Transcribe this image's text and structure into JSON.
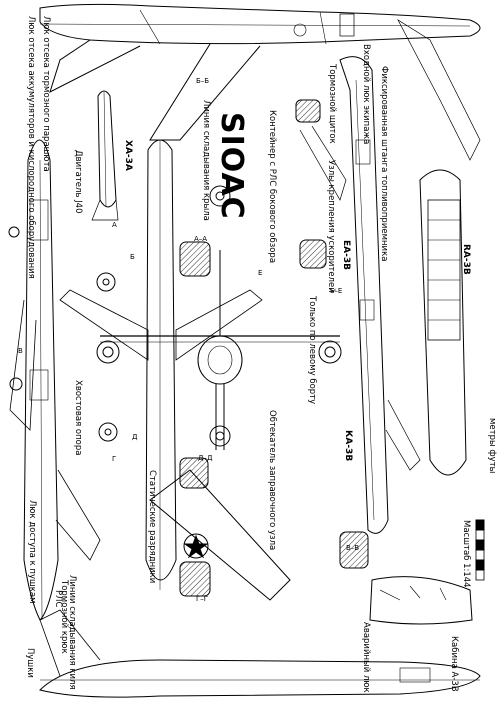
{
  "labels": {
    "hatch_parachute": "Люк отсека тормозного парашюта",
    "hatch_batteries": "Люк отсека аккумуляторов и кислородного оборудования",
    "engine": "Двигатель J40",
    "model_xa3a": "ХА-3А",
    "wing_fold_line": "Линия складывания крыла",
    "rps_container": "Контейнер с РЛС бокового обзора",
    "brake_flap": "Тормозной щиток",
    "crew_hatch": "Входной люк экипажа",
    "fixed_refuel_probe": "Фиксированная штанга топливоприемника",
    "fuel_tank_points": "Узлы крепления ускорителей",
    "model_ea3b": "ЕА-3В",
    "left_side_only": "Только по левому борту",
    "model_ra3b": "RA-3B",
    "scale_caption": "Масштаб 1:144",
    "scale_units": "метры футы",
    "refuel_fairing": "Обтекатель заправочного узла",
    "model_ka3b": "КА-3В",
    "tail_bumper": "Хвостовая опора",
    "static_dischargers": "Статические разрядники",
    "tail_fold_line": "Линии складывания киля",
    "brake_hook": "Тормозной крюк",
    "gun_access_hatch": "Люк доступа к пушкам",
    "radar": "РЛС",
    "guns": "Пушки",
    "emergency_hatch": "Аварийный люк",
    "cabin_a3b": "Кабина А-3В",
    "tail_code": "SIOAC",
    "sections": [
      "А–А",
      "Б–Б",
      "В–В",
      "Г–Г",
      "Д–Д",
      "Е–Е",
      "А",
      "Б",
      "В",
      "Г",
      "Д",
      "Е"
    ]
  }
}
